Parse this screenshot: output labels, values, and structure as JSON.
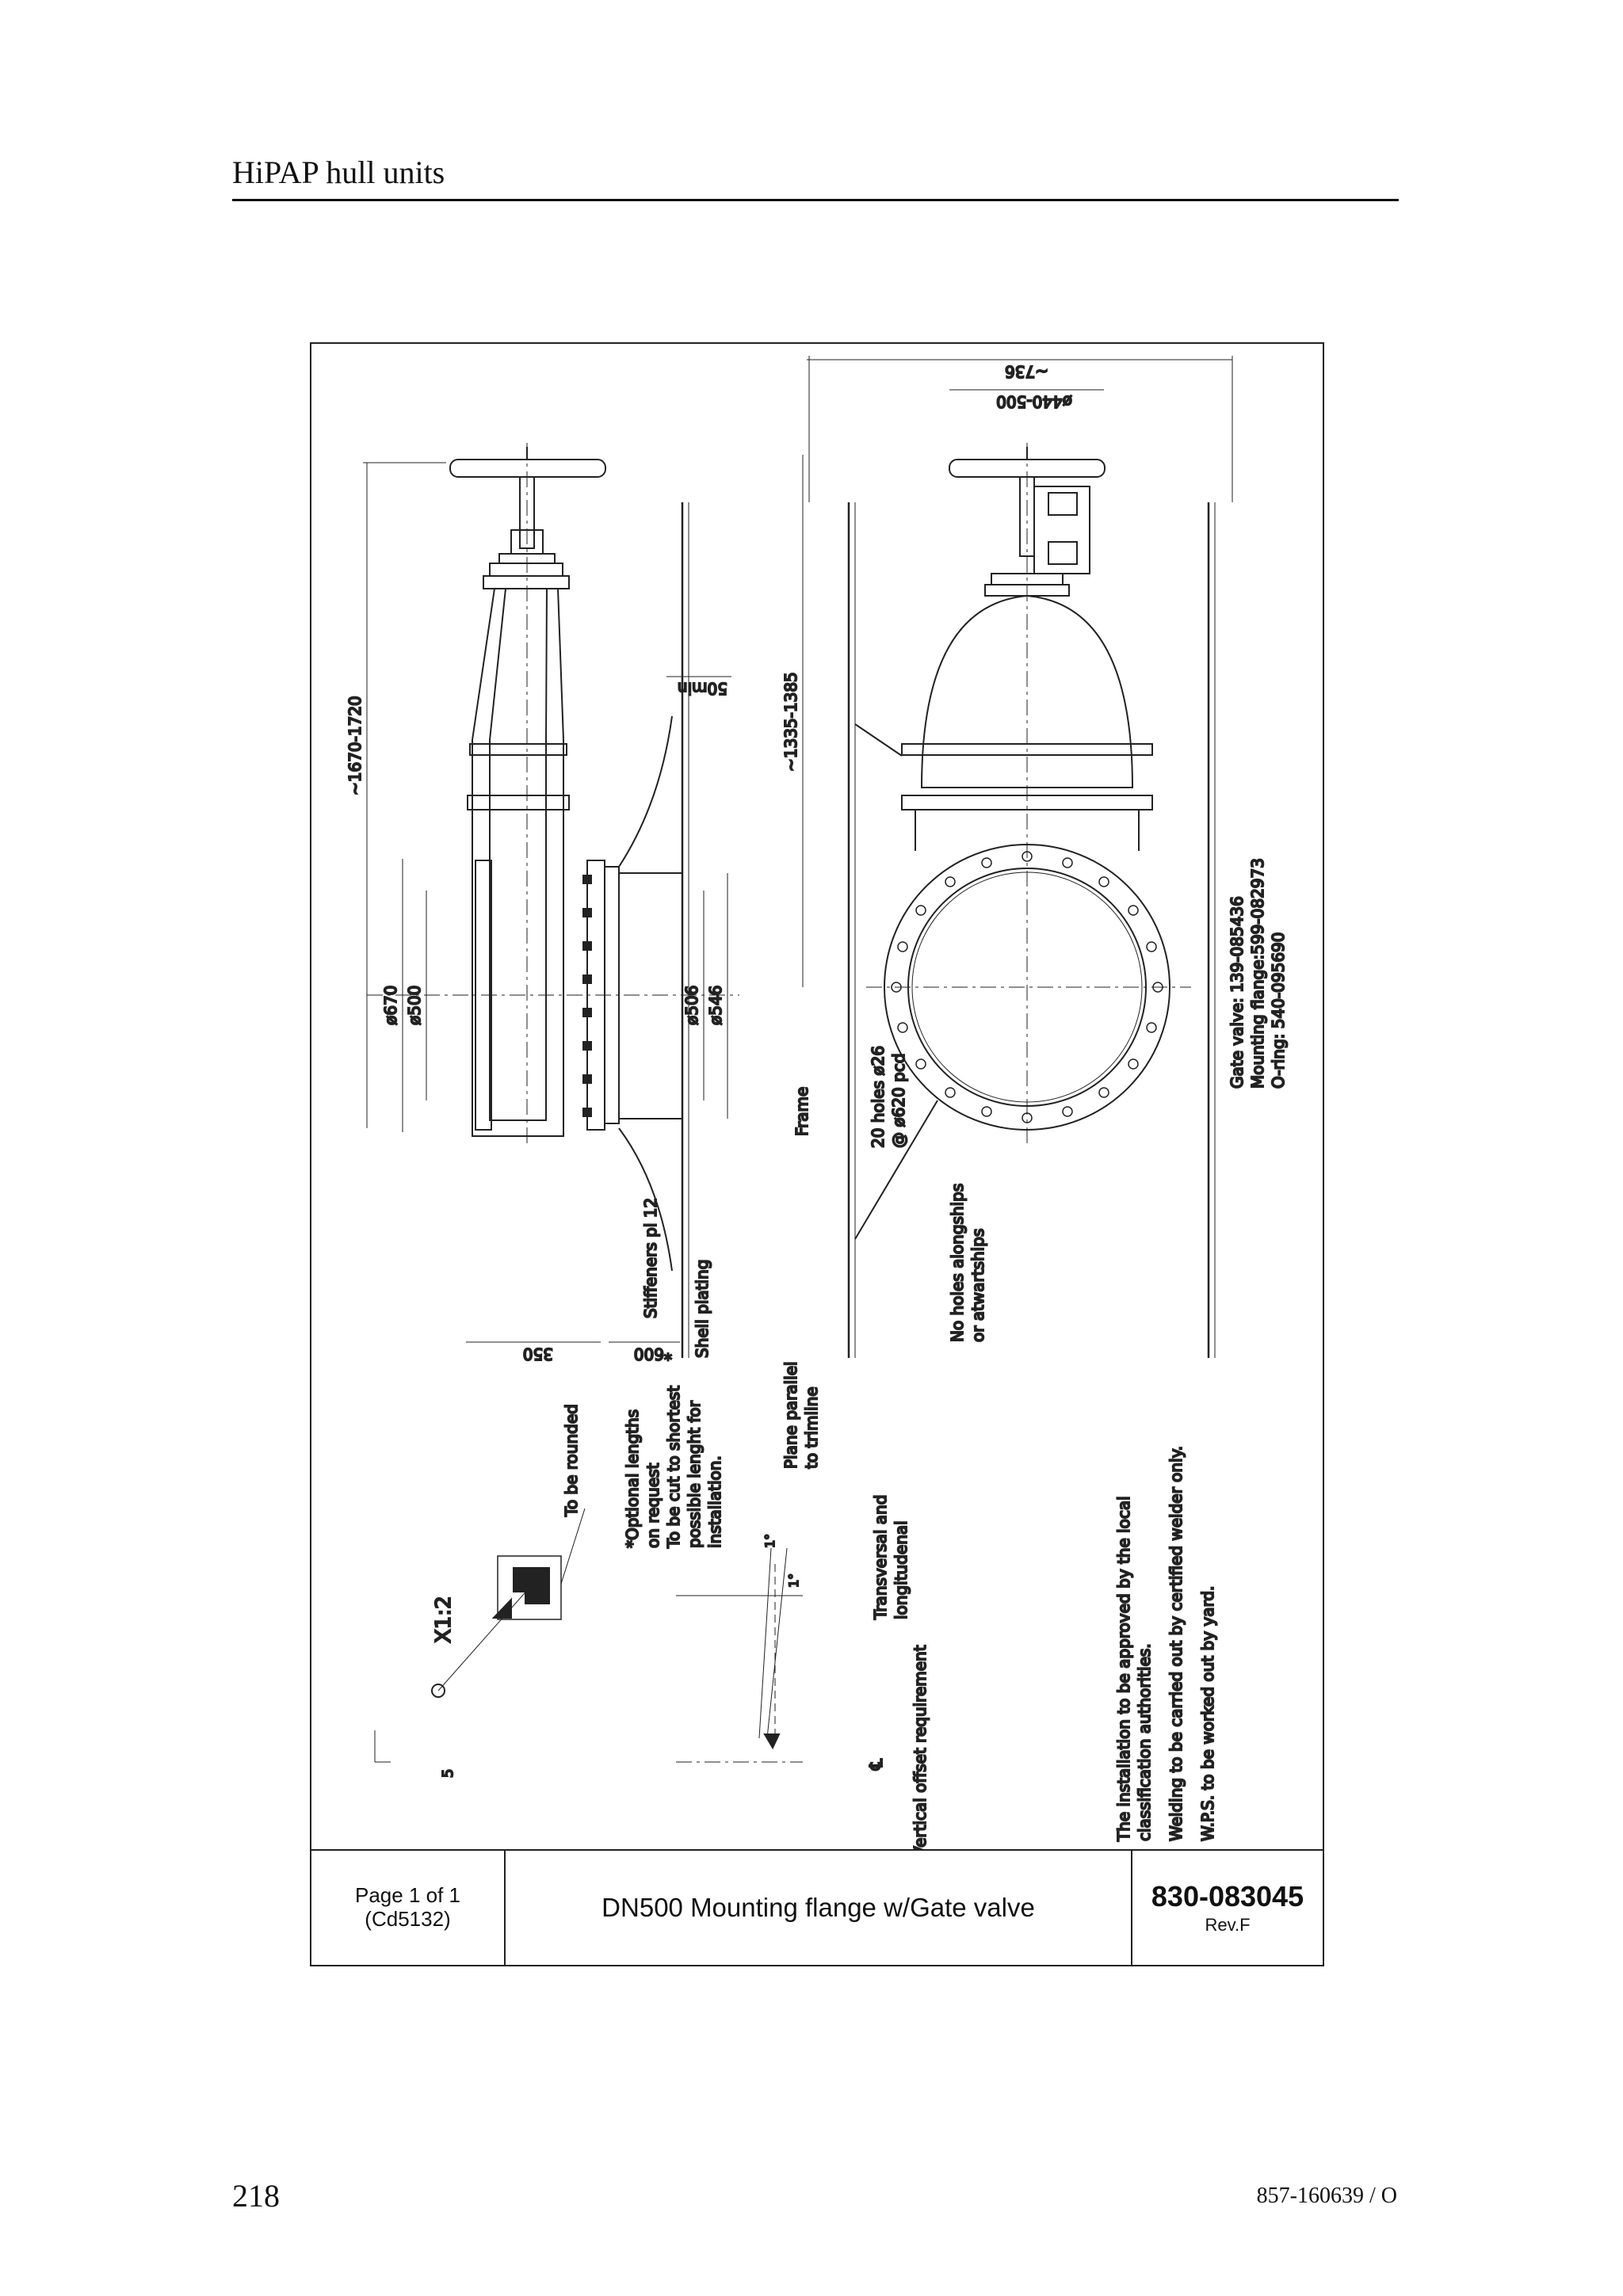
{
  "header": {
    "title": "HiPAP hull units"
  },
  "drawing": {
    "dims": {
      "overall_height": "~1670-1720",
      "d670": "ø670",
      "d500": "ø500",
      "d506": "ø506",
      "d546": "ø546",
      "len350": "350",
      "len600": "*600",
      "min50": "50min",
      "h1335": "~1335-1385",
      "w736": "~736",
      "d440": "ø440-500"
    },
    "labels": {
      "stiffeners": "Stiffeners pl 12",
      "shell_plating": "Shell plating",
      "frame": "Frame",
      "holes_line1": "20 holes ø26",
      "holes_line2": "@ ø620 pcd",
      "no_holes_line1": "No holes alongships",
      "no_holes_line2": "or atwartships",
      "parts_gate_valve": "Gate valve: 139-085436",
      "parts_mounting_flange": "Mounting flange:599-082973",
      "parts_o_ring": "O-ring:  540-095690",
      "detail_scale": "X1:2",
      "weld_size": "5",
      "to_be_rounded": "To be rounded",
      "optional_1": "*Optional lengths",
      "optional_2": "on request",
      "optional_3": "To be cut to shortest",
      "optional_4": "possible lenght for",
      "optional_5": "installation.",
      "plane_parallel_1": "Plane parallel",
      "plane_parallel_2": "to trimline",
      "transversal_1": "Transversal and",
      "transversal_2": "longitudenal",
      "angle_1": "1°",
      "angle_2": "1°",
      "vertical_offset": "Vertical offset requirement",
      "centerline": "℄",
      "note_1a": "The installation to be approved by the local",
      "note_1b": "classification authorities.",
      "note_2": "Welding to be carried out by certified welder only.",
      "note_3": "W.P.S. to be worked out by yard."
    }
  },
  "title_block": {
    "page": "Page 1 of 1",
    "ref": "(Cd5132)",
    "title": "DN500 Mounting flange w/Gate valve",
    "number": "830-083045",
    "rev": "Rev.F"
  },
  "footer": {
    "page_number": "218",
    "doc_id": "857-160639 / O"
  }
}
